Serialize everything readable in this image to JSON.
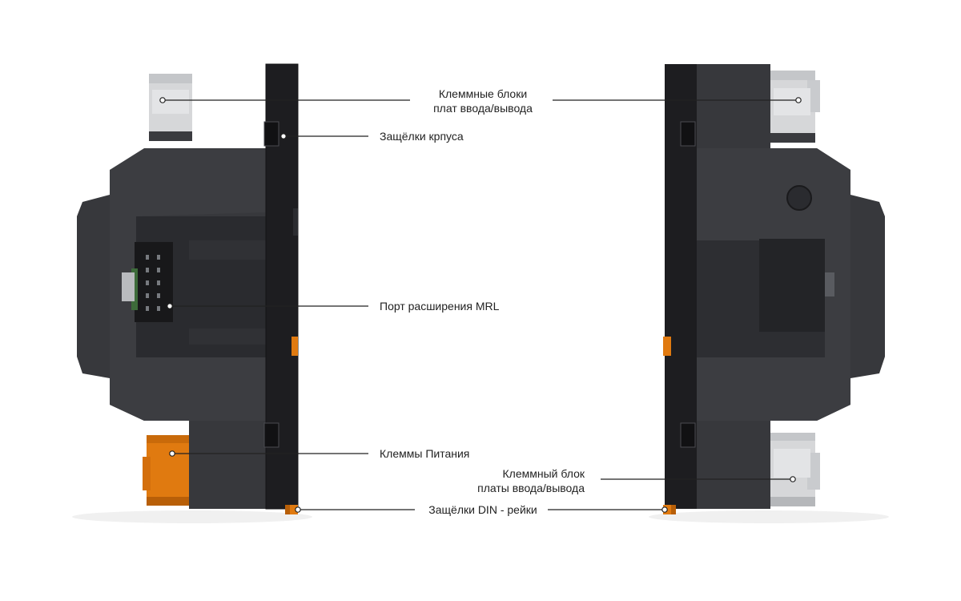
{
  "colors": {
    "body_dark": "#37383c",
    "body_darker": "#2b2c30",
    "body_black": "#1c1c1f",
    "terminal_grey": "#d4d5d7",
    "terminal_grey_dark": "#b0b2b5",
    "terminal_orange": "#e07a10",
    "leader_line": "#222222"
  },
  "labels": {
    "io_terminal_blocks": "Клеммные блоки\nплат ввода/вывода",
    "case_latches": "Защёлки крпуса",
    "mrl_port": "Порт расширения MRL",
    "power_terminals": "Клеммы Питания",
    "io_terminal_block": "Клеммный блок\nплаты ввода/вывода",
    "din_latches": "Защёлки DIN - рейки"
  }
}
